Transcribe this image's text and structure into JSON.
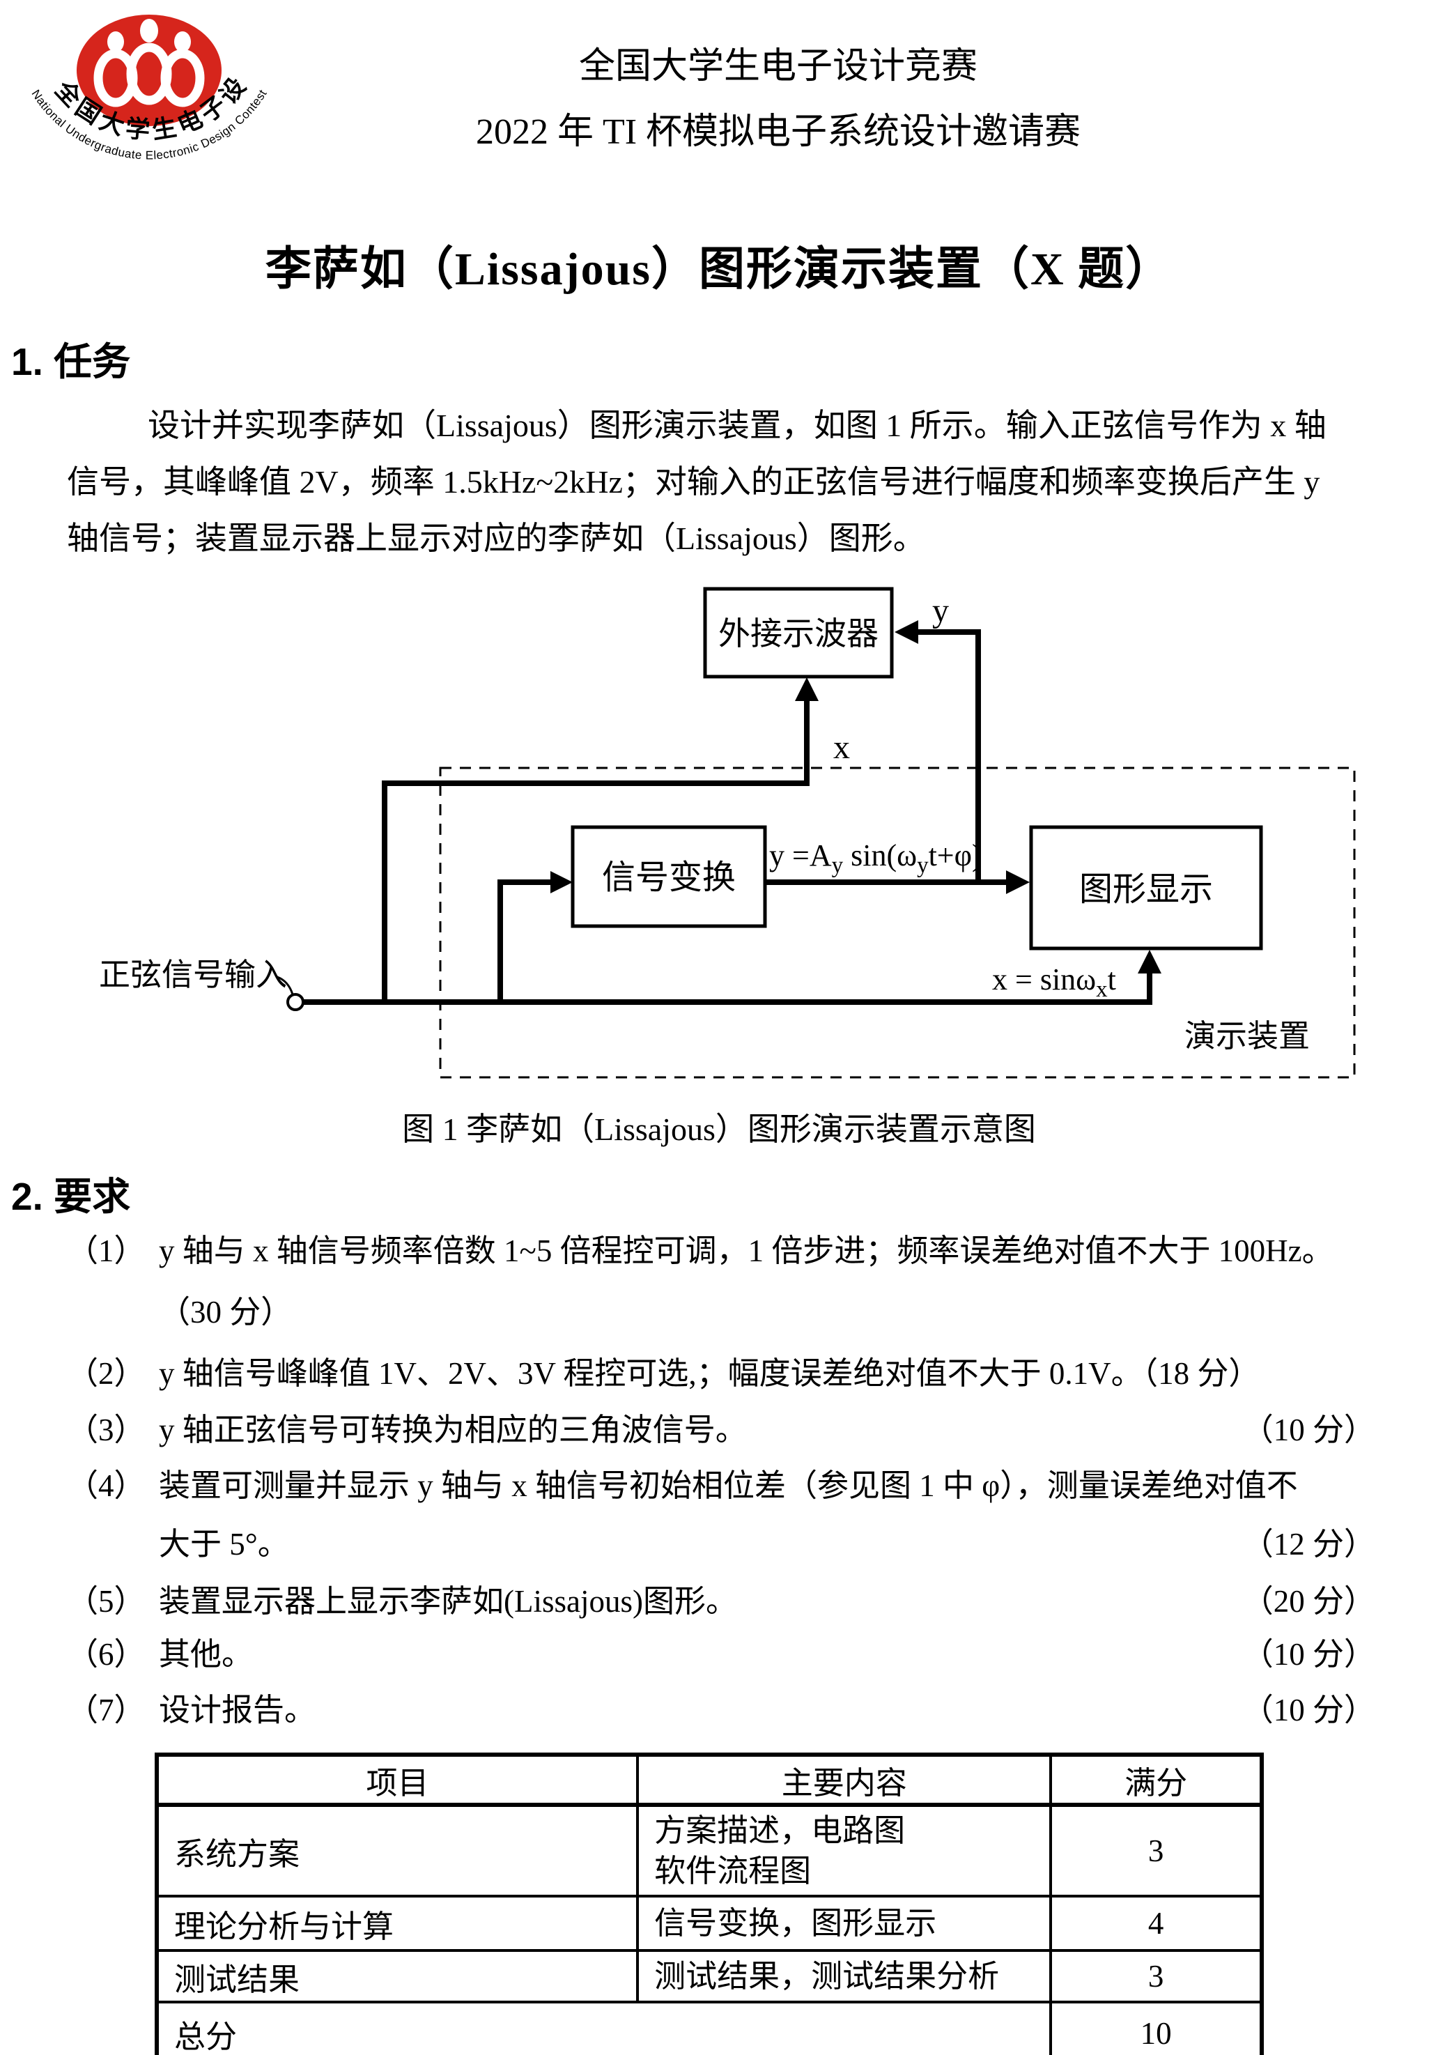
{
  "logo": {
    "zh_arc": "全国大学生电子设计竞赛",
    "en_arc": "National Undergraduate Electronic Design Contest",
    "red": "#d6251c"
  },
  "header": {
    "line1": "全国大学生电子设计竞赛",
    "line2": "2022 年 TI 杯模拟电子系统设计邀请赛"
  },
  "title": "李萨如（Lissajous）图形演示装置（X 题）",
  "section1": {
    "heading": "1. 任务",
    "paragraph_lines": [
      "设计并实现李萨如（Lissajous）图形演示装置，如图 1 所示。输入正弦信号作为 x 轴",
      "信号，其峰峰值 2V，频率 1.5kHz~2kHz；对输入的正弦信号进行幅度和频率变换后产生 y",
      "轴信号；装置显示器上显示对应的李萨如（Lissajous）图形。"
    ]
  },
  "figure": {
    "scope_box": "外接示波器",
    "transform_box": "信号变换",
    "display_box": "图形显示",
    "input_label": "正弦信号输入",
    "device_label": "演示装置",
    "y_axis_label": "y",
    "x_axis_label": "x",
    "y_formula": {
      "p1": "y =A",
      "sub1": "y",
      "p2": " sin(ω",
      "sub2": "y",
      "p3": "t+φ)"
    },
    "x_formula": {
      "p1": "x = sinω",
      "sub1": "x",
      "p2": "t"
    },
    "caption": "图 1  李萨如（Lissajous）图形演示装置示意图"
  },
  "section2": {
    "heading": "2. 要求",
    "items": [
      {
        "label": "（1）",
        "line1": "y 轴与 x 轴信号频率倍数 1~5 倍程控可调，1 倍步进；频率误差绝对值不大于 100Hz。",
        "line2": "（30 分）"
      },
      {
        "label": "（2）",
        "text": "y 轴信号峰峰值 1V、2V、3V 程控可选,；幅度误差绝对值不大于 0.1V。（18 分）"
      },
      {
        "label": "（3）",
        "text": "y 轴正弦信号可转换为相应的三角波信号。",
        "score": "（10 分）"
      },
      {
        "label": "（4）",
        "line1": "装置可测量并显示 y 轴与 x 轴信号初始相位差（参见图 1 中 φ），测量误差绝对值不",
        "line2": "大于 5°。",
        "score": "（12 分）"
      },
      {
        "label": "（5）",
        "text": "装置显示器上显示李萨如(Lissajous)图形。",
        "score": "（20 分）"
      },
      {
        "label": "（6）",
        "text": "其他。",
        "score": "（10 分）"
      },
      {
        "label": "（7）",
        "text": "设计报告。",
        "score": "（10 分）"
      }
    ]
  },
  "table": {
    "headers": [
      "项目",
      "主要内容",
      "满分"
    ],
    "rows": [
      {
        "item": "系统方案",
        "content_lines": [
          "方案描述，电路图",
          "软件流程图"
        ],
        "score": "3"
      },
      {
        "item": "理论分析与计算",
        "content_lines": [
          "信号变换，图形显示"
        ],
        "score": "4"
      },
      {
        "item": "测试结果",
        "content_lines": [
          "测试结果，测试结果分析"
        ],
        "score": "3"
      },
      {
        "item": "总分",
        "content_lines": [],
        "score": "10"
      }
    ]
  }
}
